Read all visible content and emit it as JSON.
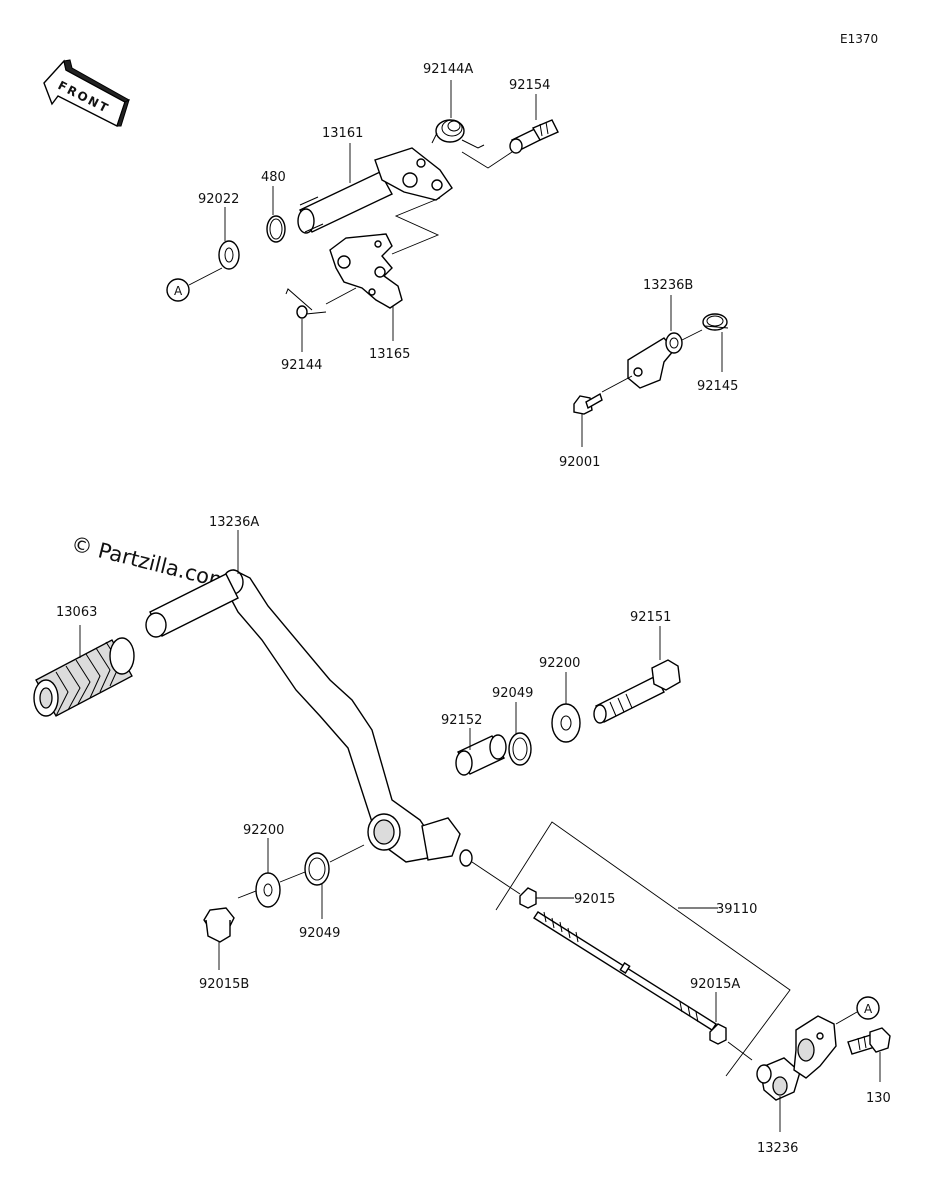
{
  "diagram": {
    "code": "E1370",
    "watermark": "© Partzilla.com",
    "front_arrow": "FRONT",
    "ref_marker": "A",
    "callouts": {
      "p92144A": "92144A",
      "p92154": "92154",
      "p13161": "13161",
      "p480": "480",
      "p92022": "92022",
      "p92144": "92144",
      "p13165": "13165",
      "p13236B": "13236B",
      "p92145": "92145",
      "p92001": "92001",
      "p13236A": "13236A",
      "p13063": "13063",
      "p92151": "92151",
      "p92200a": "92200",
      "p92049a": "92049",
      "p92152": "92152",
      "p92200b": "92200",
      "p92049b": "92049",
      "p92015B": "92015B",
      "p92015": "92015",
      "p39110": "39110",
      "p92015A": "92015A",
      "p130": "130",
      "p13236": "13236"
    }
  }
}
